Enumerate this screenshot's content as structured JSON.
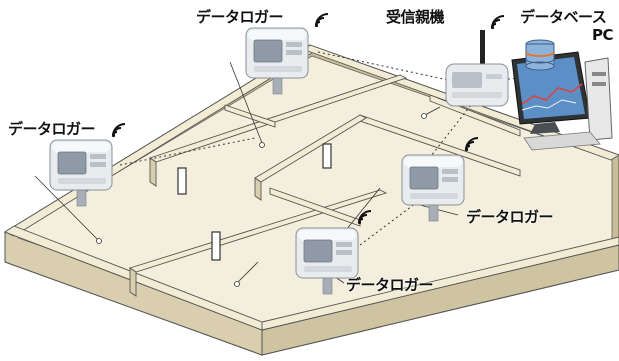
{
  "labels": {
    "logger_top": "データロガー",
    "logger_left": "データロガー",
    "logger_right": "データロガー",
    "logger_bottom": "データロガー",
    "receiver": "受信親機",
    "database": "データベース",
    "pc": "PC"
  },
  "colors": {
    "floor": "#f4efdc",
    "wall_top": "#f3ecd4",
    "wall_side": "#d9cfae",
    "wall_outer": "#c9bd97",
    "outline": "#555555",
    "device_body": "#e9ecef",
    "device_screen": "#8f9aa6",
    "monitor_screen": "#5d8fc7"
  },
  "icons": [
    "wifi-icon",
    "data-logger-icon",
    "receiver-icon",
    "database-icon",
    "computer-icon"
  ]
}
